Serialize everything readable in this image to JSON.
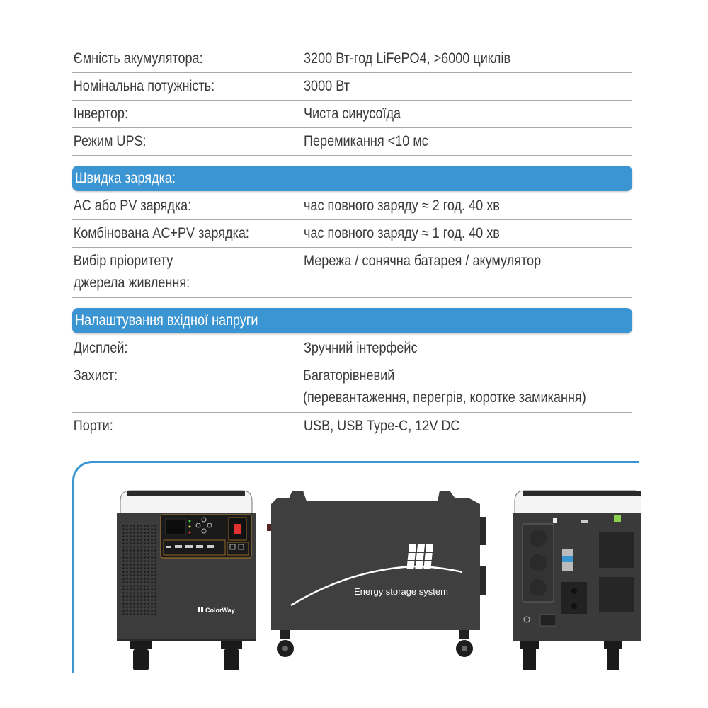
{
  "specs": {
    "rows_top": [
      {
        "label": "Ємність акумулятора:",
        "value": "3200 Вт-год LiFePO4, >6000 циклів"
      },
      {
        "label": "Номінальна потужність:",
        "value": "3000 Вт"
      },
      {
        "label": "Інвертор:",
        "value": "Чиста синусоїда"
      },
      {
        "label": "Режим UPS:",
        "value": "Перемикання <10 мс"
      }
    ],
    "section_charging": {
      "title": "Швидка зарядка:",
      "rows": [
        {
          "label": "AC або PV зарядка:",
          "value": "час повного заряду  ≈ 2 год. 40 хв"
        },
        {
          "label": "Комбінована AC+PV зарядка:",
          "value": "час повного заряду  ≈ 1 год. 40 хв"
        },
        {
          "label_line1": "Вибір пріоритету",
          "label_line2": "джерела живлення:",
          "value": "Мережа / сонячна батарея / акумулятор"
        }
      ]
    },
    "section_input": {
      "title": "Налаштування вхідної напруги",
      "rows": [
        {
          "label": "Дисплей:",
          "value": "Зручний інтерфейс"
        },
        {
          "label": "Захист:",
          "value_line1": "Багаторівневий",
          "value_line2": "(перевантаження, перегрів, коротке замикання)"
        },
        {
          "label": "Порти:",
          "value": "USB, USB Type-C, 12V DC"
        }
      ]
    }
  },
  "gallery": {
    "front": {
      "brand": "ColorWay"
    },
    "side": {
      "caption": "Energy storage system"
    },
    "colors": {
      "accent": "#3b95d3",
      "body": "#3c3c3c",
      "panel": "#1e1e1e",
      "trim": "#b07a2a"
    }
  }
}
